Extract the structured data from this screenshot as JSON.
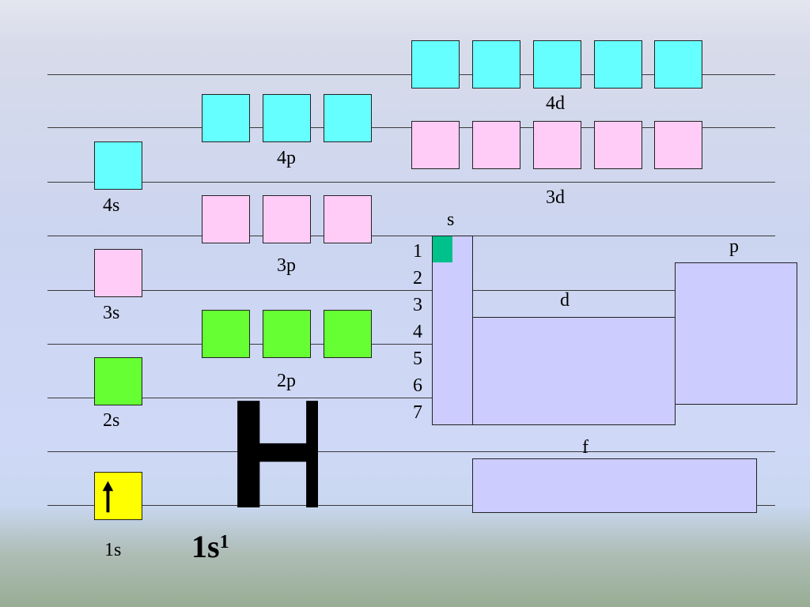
{
  "colors": {
    "n1": "#ffff00",
    "n2": "#66ff33",
    "n3": "#ffccf8",
    "n4": "#66ffff",
    "block": "#ccccff",
    "s_highlight": "#00c08b"
  },
  "orbitals": {
    "s1": "1s",
    "s2": "2s",
    "s3": "3s",
    "s4": "4s",
    "p2": "2p",
    "p3": "3p",
    "p4": "4p",
    "d3": "3d",
    "d4": "4d"
  },
  "electron_arrow": "up-arrow-icon",
  "element_symbol": "H",
  "config": {
    "base": "1s",
    "exponent": "1"
  },
  "table": {
    "block_s": "s",
    "block_p": "p",
    "block_d": "d",
    "block_f": "f",
    "periods": [
      "1",
      "2",
      "3",
      "4",
      "5",
      "6",
      "7"
    ]
  }
}
